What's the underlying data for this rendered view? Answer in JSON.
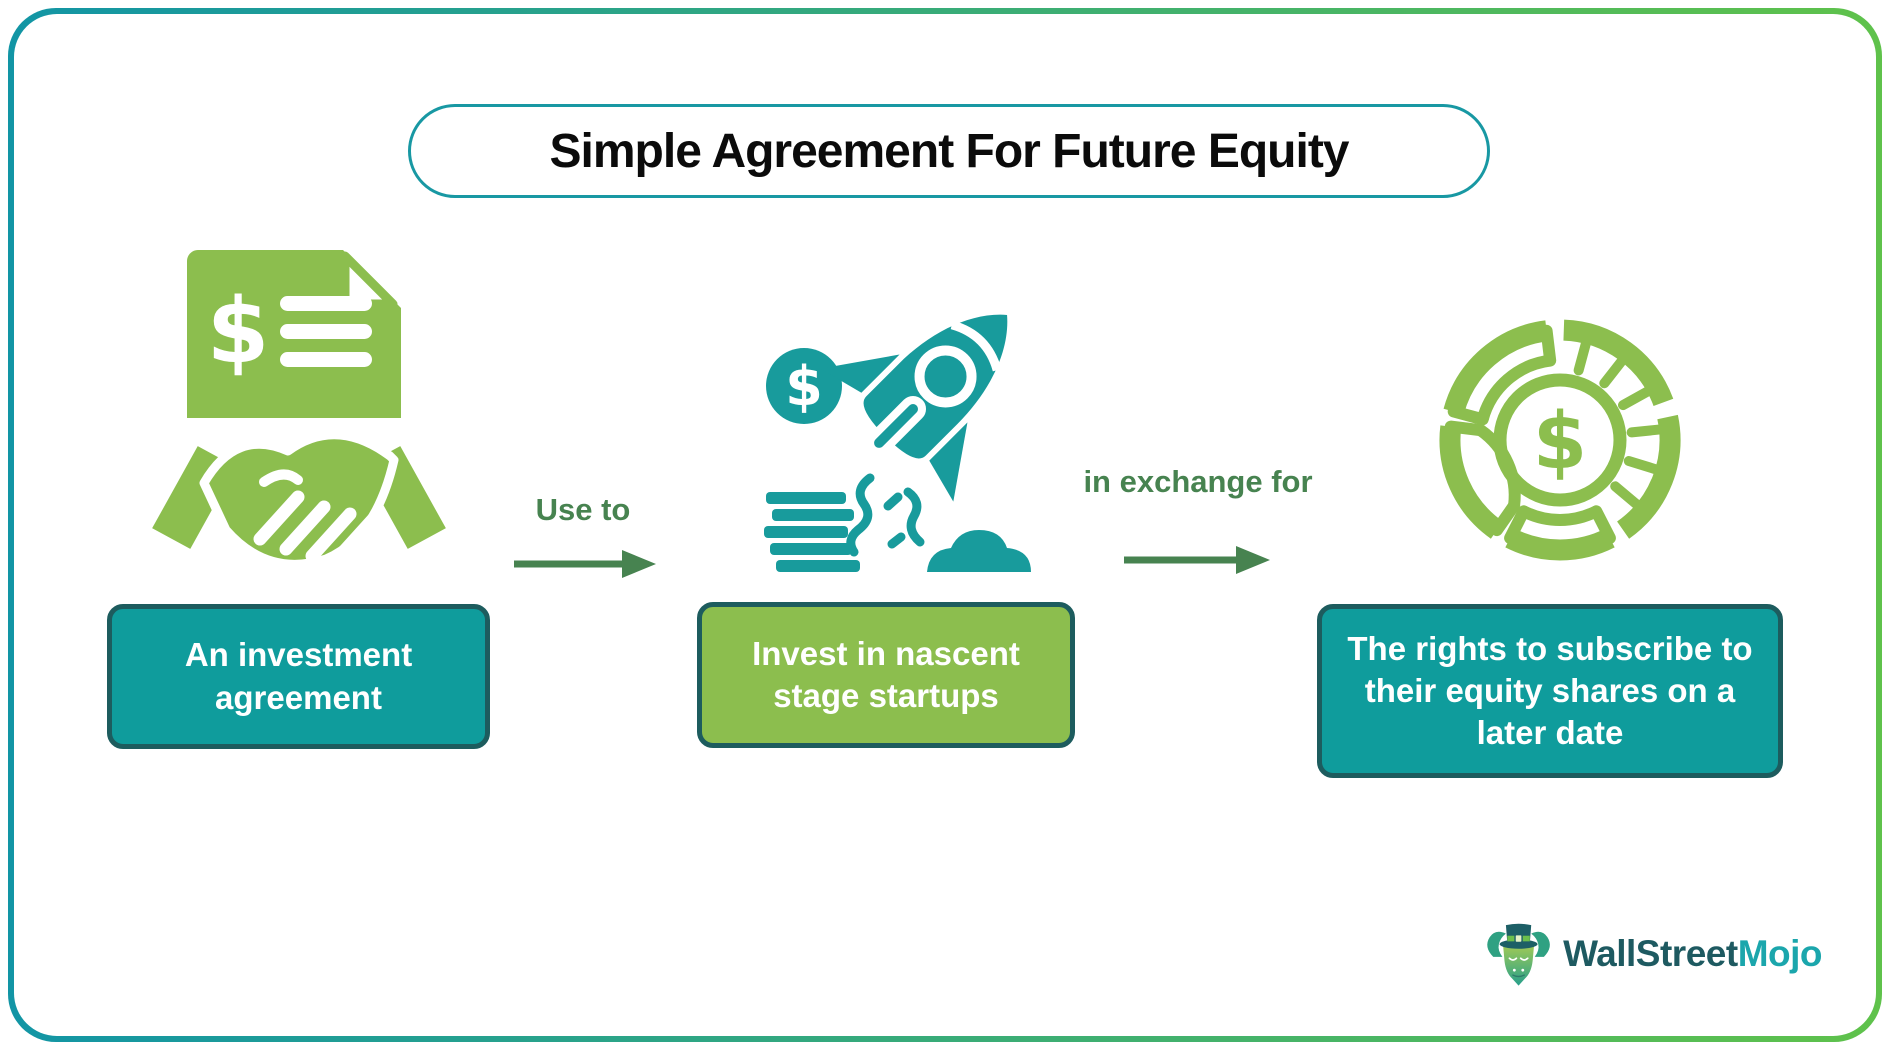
{
  "title": "Simple Agreement For Future Equity",
  "flow": {
    "steps": [
      {
        "label": "An investment agreement",
        "icon": "handshake-document-icon",
        "box_color": "#0F9C9C"
      },
      {
        "label": "Invest in nascent stage startups",
        "icon": "rocket-launch-icon",
        "box_color": "#8CBE4E"
      },
      {
        "label": "The rights to subscribe to their equity shares on a later date",
        "icon": "equity-pie-chart-icon",
        "box_color": "#0F9C9C"
      }
    ],
    "connectors": [
      {
        "label": "Use to"
      },
      {
        "label": "in exchange for"
      }
    ]
  },
  "icons": {
    "dollar_glyph": "$"
  },
  "branding": {
    "primary": "WallStreet",
    "secondary": "Mojo"
  },
  "colors": {
    "teal_box": "#0F9C9C",
    "green_box": "#8CBE4E",
    "box_border": "#1D5C5E",
    "icon_teal": "#189B9C",
    "icon_green": "#8CBE4E",
    "arrow_green": "#478350",
    "title_border": "#1898A3",
    "frame_gradient_left": "#1295A5",
    "frame_gradient_right": "#5FC24B",
    "logo_primary": "#1E5A61",
    "logo_secondary": "#1BA6AC"
  }
}
